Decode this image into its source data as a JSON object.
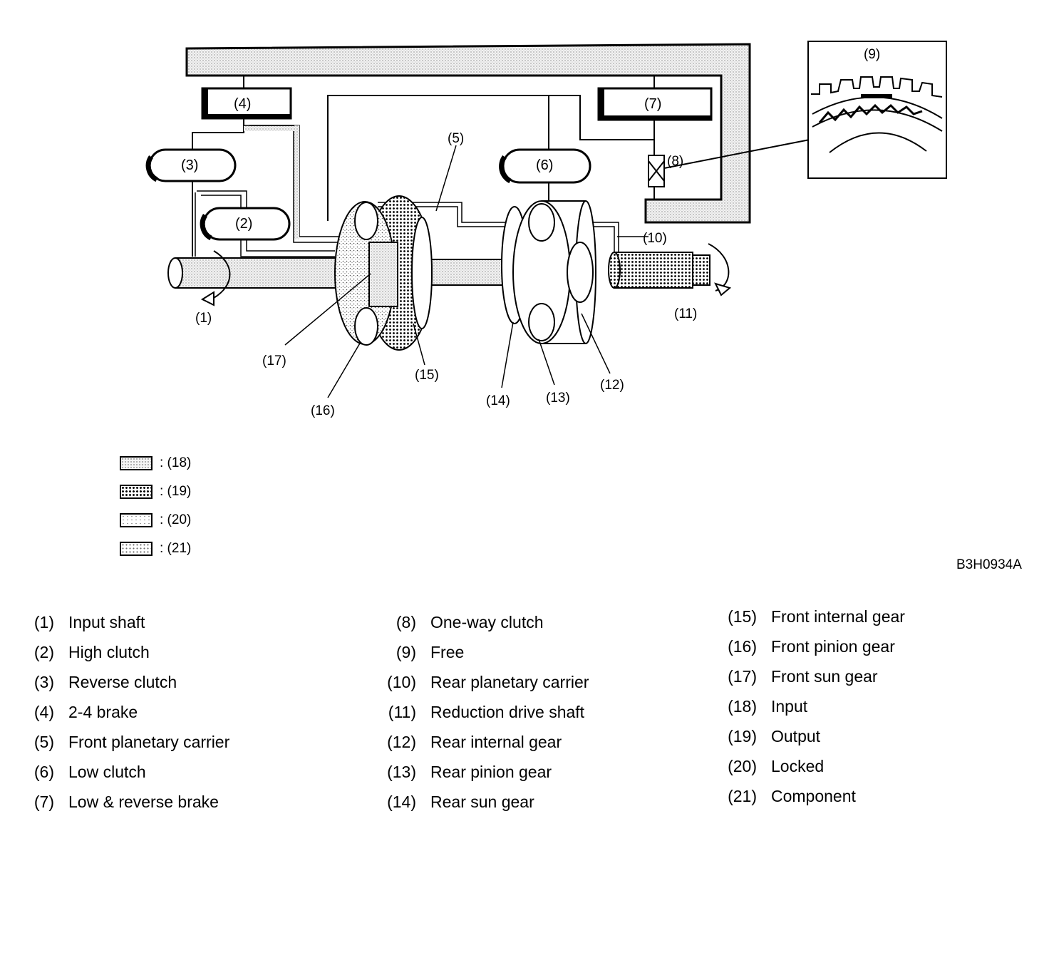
{
  "figure_code": "B3H0934A",
  "diagram_labels": {
    "l1": "(1)",
    "l2": "(2)",
    "l3": "(3)",
    "l4": "(4)",
    "l5": "(5)",
    "l6": "(6)",
    "l7": "(7)",
    "l8": "(8)",
    "l9": "(9)",
    "l10": "(10)",
    "l11": "(11)",
    "l12": "(12)",
    "l13": "(13)",
    "l14": "(14)",
    "l15": "(15)",
    "l16": "(16)",
    "l17": "(17)"
  },
  "legend": [
    {
      "pattern": "input",
      "label": ": (18)"
    },
    {
      "pattern": "output",
      "label": ": (19)"
    },
    {
      "pattern": "locked",
      "label": ": (20)"
    },
    {
      "pattern": "component",
      "label": ": (21)"
    }
  ],
  "parts": {
    "col1": [
      {
        "num": "(1)",
        "name": "Input shaft"
      },
      {
        "num": "(2)",
        "name": "High clutch"
      },
      {
        "num": "(3)",
        "name": "Reverse clutch"
      },
      {
        "num": "(4)",
        "name": "2-4 brake"
      },
      {
        "num": "(5)",
        "name": "Front planetary carrier"
      },
      {
        "num": "(6)",
        "name": "Low clutch"
      },
      {
        "num": "(7)",
        "name": "Low & reverse brake"
      }
    ],
    "col2": [
      {
        "num": "(8)",
        "name": "One-way clutch"
      },
      {
        "num": "(9)",
        "name": "Free"
      },
      {
        "num": "(10)",
        "name": "Rear planetary carrier"
      },
      {
        "num": "(11)",
        "name": "Reduction drive shaft"
      },
      {
        "num": "(12)",
        "name": "Rear internal gear"
      },
      {
        "num": "(13)",
        "name": "Rear pinion gear"
      },
      {
        "num": "(14)",
        "name": "Rear sun gear"
      }
    ],
    "col3": [
      {
        "num": "(15)",
        "name": "Front internal gear"
      },
      {
        "num": "(16)",
        "name": "Front pinion gear"
      },
      {
        "num": "(17)",
        "name": "Front sun gear"
      },
      {
        "num": "(18)",
        "name": "Input"
      },
      {
        "num": "(19)",
        "name": "Output"
      },
      {
        "num": "(20)",
        "name": "Locked"
      },
      {
        "num": "(21)",
        "name": "Component"
      }
    ]
  }
}
